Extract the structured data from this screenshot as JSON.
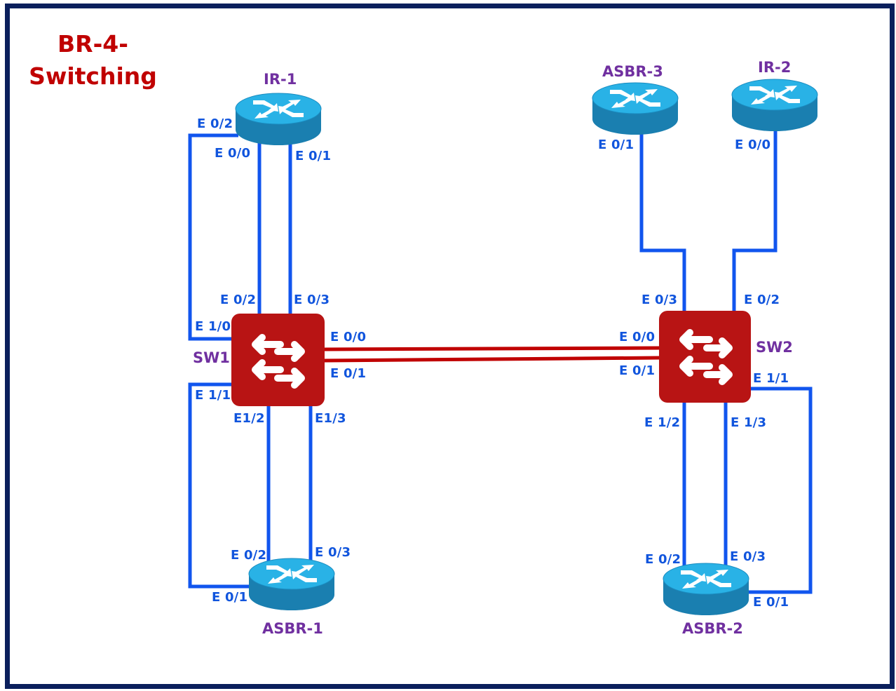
{
  "title": "BR-4-\nSwitching",
  "title_lines": [
    "BR-4-",
    "Switching"
  ],
  "colors": {
    "frame": "#0a1f5c",
    "title": "#c00000",
    "device_label": "#7030a0",
    "port_label": "#1155dd",
    "access_link": "#1155ee",
    "trunk_link": "#c00000",
    "switch_fill": "#b81414",
    "router_top": "#29b2e6",
    "router_side": "#1a7fb0"
  },
  "devices": {
    "ir1": {
      "label": "IR-1",
      "type": "router"
    },
    "asbr3": {
      "label": "ASBR-3",
      "type": "router"
    },
    "ir2": {
      "label": "IR-2",
      "type": "router"
    },
    "sw1": {
      "label": "SW1",
      "type": "switch"
    },
    "sw2": {
      "label": "SW2",
      "type": "switch"
    },
    "asbr1": {
      "label": "ASBR-1",
      "type": "router"
    },
    "asbr2": {
      "label": "ASBR-2",
      "type": "router"
    }
  },
  "ports": {
    "ir1_e02": "E 0/2",
    "ir1_e00": "E 0/0",
    "ir1_e01": "E 0/1",
    "sw1_e02": "E 0/2",
    "sw1_e03": "E 0/3",
    "sw1_e10": "E 1/0",
    "sw1_e00": "E 0/0",
    "sw1_e01": "E 0/1",
    "sw1_e11": "E 1/1",
    "sw1_e12": "E1/2",
    "sw1_e13": "E1/3",
    "asbr1_e02": "E 0/2",
    "asbr1_e03": "E 0/3",
    "asbr1_e01": "E 0/1",
    "asbr3_e01": "E 0/1",
    "ir2_e00": "E 0/0",
    "sw2_e03": "E 0/3",
    "sw2_e02": "E 0/2",
    "sw2_e00": "E 0/0",
    "sw2_e01": "E 0/1",
    "sw2_e11": "E 1/1",
    "sw2_e12": "E 1/2",
    "sw2_e13": "E 1/3",
    "asbr2_e02": "E 0/2",
    "asbr2_e03": "E 0/3",
    "asbr2_e01": "E 0/1"
  },
  "links": [
    {
      "a": "IR-1 E 0/2",
      "b": "SW1 E 1/0",
      "kind": "access"
    },
    {
      "a": "IR-1 E 0/0",
      "b": "SW1 E 0/2",
      "kind": "access"
    },
    {
      "a": "IR-1 E 0/1",
      "b": "SW1 E 0/3",
      "kind": "access"
    },
    {
      "a": "SW1 E 1/1",
      "b": "ASBR-1 E 0/1",
      "kind": "access"
    },
    {
      "a": "SW1 E1/2",
      "b": "ASBR-1 E 0/2",
      "kind": "access"
    },
    {
      "a": "SW1 E1/3",
      "b": "ASBR-1 E 0/3",
      "kind": "access"
    },
    {
      "a": "SW1 E 0/0",
      "b": "SW2 E 0/0",
      "kind": "trunk"
    },
    {
      "a": "SW1 E 0/1",
      "b": "SW2 E 0/1",
      "kind": "trunk"
    },
    {
      "a": "ASBR-3 E 0/1",
      "b": "SW2 E 0/3",
      "kind": "access"
    },
    {
      "a": "IR-2 E 0/0",
      "b": "SW2 E 0/2",
      "kind": "access"
    },
    {
      "a": "SW2 E 1/1",
      "b": "ASBR-2 E 0/1",
      "kind": "access"
    },
    {
      "a": "SW2 E 1/2",
      "b": "ASBR-2 E 0/2",
      "kind": "access"
    },
    {
      "a": "SW2 E 1/3",
      "b": "ASBR-2 E 0/3",
      "kind": "access"
    }
  ]
}
